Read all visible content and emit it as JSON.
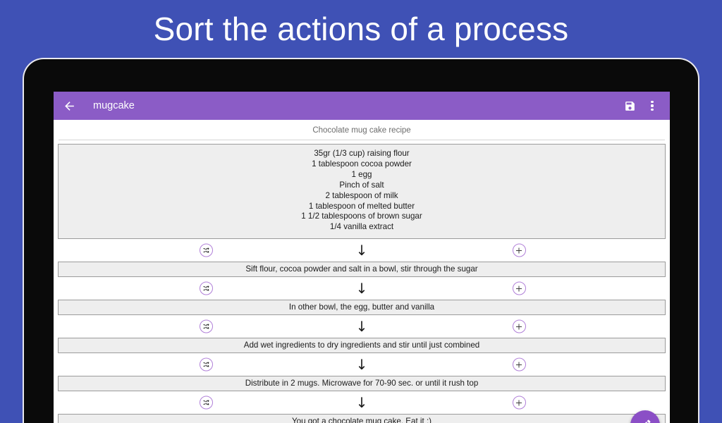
{
  "promo": {
    "title": "Sort the actions of a process",
    "background_color": "#3F51B5",
    "text_color": "#FFFFFF"
  },
  "app": {
    "accent_color": "#8B5CC6",
    "fab_color": "#8B4FC6",
    "circle_outline_color": "#b07fd8",
    "toolbar": {
      "back_icon": "back-arrow-icon",
      "title": "mugcake",
      "save_icon": "save-floppy-icon",
      "overflow_icon": "more-vertical-icon"
    },
    "content": {
      "recipe_heading": "Chocolate mug cake recipe",
      "ingredients": [
        "35gr (1/3 cup) raising flour",
        "1 tablespoon cocoa powder",
        "1 egg",
        "Pinch of salt",
        "2 tablespoon of milk",
        "1 tablespoon of melted butter",
        "1 1/2 tablespoons of brown sugar",
        "1/4 vanilla extract"
      ],
      "steps": [
        "Sift flour, cocoa powder and salt in a bowl, stir through the sugar",
        "In other bowl, the egg, butter and vanilla",
        "Add wet ingredients to dry ingredients and stir until just combined",
        "Distribute in 2 mugs. Microwave for 70-90 sec. or until it rush top",
        "You got a chocolate mug cake. Eat it :)"
      ],
      "connector": {
        "arrow_glyph": "↓",
        "swap_icon": "swap-shuffle-icon",
        "add_icon": "plus-icon"
      }
    },
    "fab": {
      "icon": "pencil-edit-icon"
    }
  }
}
